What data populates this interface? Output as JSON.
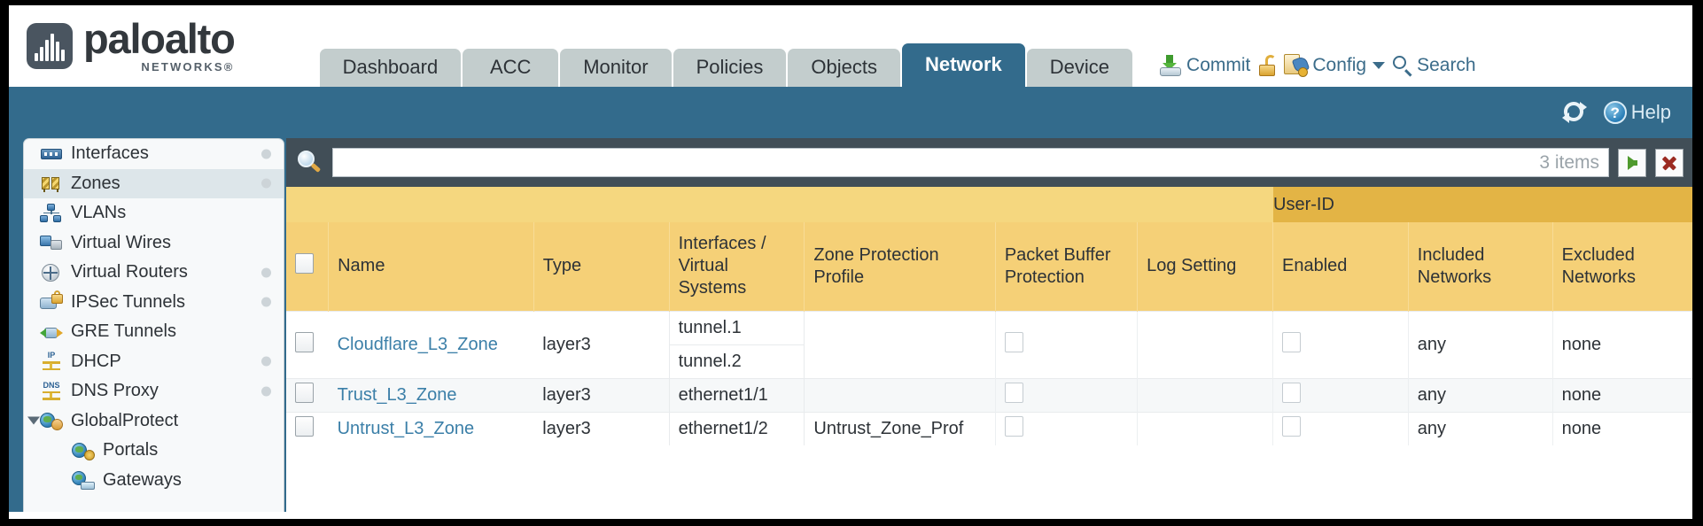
{
  "brand": {
    "name": "paloalto",
    "sub": "NETWORKS®",
    "logo_icon": "paloalto-waveform-logo"
  },
  "tabs": [
    {
      "label": "Dashboard",
      "active": false
    },
    {
      "label": "ACC",
      "active": false
    },
    {
      "label": "Monitor",
      "active": false
    },
    {
      "label": "Policies",
      "active": false
    },
    {
      "label": "Objects",
      "active": false
    },
    {
      "label": "Network",
      "active": true
    },
    {
      "label": "Device",
      "active": false
    }
  ],
  "top_tools": {
    "commit_label": "Commit",
    "commit_icon": "commit-disk-icon",
    "lock_icon": "unlocked-padlock-icon",
    "config_label": "Config",
    "config_icon": "config-wrench-icon",
    "config_caret": "chevron-down-icon",
    "search_label": "Search",
    "search_icon": "search-magnifier-icon"
  },
  "bluebar": {
    "refresh_icon": "refresh-icon",
    "help_icon": "help-question-icon",
    "help_label": "Help",
    "help_glyph": "?"
  },
  "sidebar": {
    "items": [
      {
        "label": "Interfaces",
        "icon": "interfaces-icon",
        "selected": false,
        "dot": true,
        "child": false,
        "expander": false
      },
      {
        "label": "Zones",
        "icon": "zones-icon",
        "selected": true,
        "dot": true,
        "child": false,
        "expander": false
      },
      {
        "label": "VLANs",
        "icon": "vlans-icon",
        "selected": false,
        "dot": false,
        "child": false,
        "expander": false
      },
      {
        "label": "Virtual Wires",
        "icon": "virtual-wires-icon",
        "selected": false,
        "dot": false,
        "child": false,
        "expander": false
      },
      {
        "label": "Virtual Routers",
        "icon": "virtual-routers-icon",
        "selected": false,
        "dot": true,
        "child": false,
        "expander": false
      },
      {
        "label": "IPSec Tunnels",
        "icon": "ipsec-tunnels-icon",
        "selected": false,
        "dot": true,
        "child": false,
        "expander": false
      },
      {
        "label": "GRE Tunnels",
        "icon": "gre-tunnels-icon",
        "selected": false,
        "dot": false,
        "child": false,
        "expander": false
      },
      {
        "label": "DHCP",
        "icon": "dhcp-icon",
        "selected": false,
        "dot": true,
        "child": false,
        "expander": false
      },
      {
        "label": "DNS Proxy",
        "icon": "dns-proxy-icon",
        "selected": false,
        "dot": true,
        "child": false,
        "expander": false
      },
      {
        "label": "GlobalProtect",
        "icon": "globalprotect-icon",
        "selected": false,
        "dot": false,
        "child": false,
        "expander": true
      },
      {
        "label": "Portals",
        "icon": "portals-icon",
        "selected": false,
        "dot": false,
        "child": true,
        "expander": false
      },
      {
        "label": "Gateways",
        "icon": "gateways-icon",
        "selected": false,
        "dot": false,
        "child": true,
        "expander": false
      }
    ]
  },
  "search": {
    "value": "",
    "placeholder": "",
    "items_count": "3 items",
    "apply_icon": "green-arrow-apply-icon",
    "clear_icon": "red-x-clear-icon",
    "magnifier_icon": "search-magnifier-icon"
  },
  "table": {
    "group_header": "User-ID",
    "columns": [
      "Name",
      "Type",
      "Interfaces / Virtual Systems",
      "Zone Protection Profile",
      "Packet Buffer Protection",
      "Log Setting",
      "Enabled",
      "Included Networks",
      "Excluded Networks"
    ],
    "rows": [
      {
        "selected": false,
        "name": "Cloudflare_L3_Zone",
        "type": "layer3",
        "interfaces": [
          "tunnel.1",
          "tunnel.2"
        ],
        "zone_protection_profile": "",
        "packet_buffer_protection": false,
        "log_setting": "",
        "userid_enabled": false,
        "included_networks": "any",
        "excluded_networks": "none"
      },
      {
        "selected": false,
        "name": "Trust_L3_Zone",
        "type": "layer3",
        "interfaces": [
          "ethernet1/1"
        ],
        "zone_protection_profile": "",
        "packet_buffer_protection": false,
        "log_setting": "",
        "userid_enabled": false,
        "included_networks": "any",
        "excluded_networks": "none"
      },
      {
        "selected": false,
        "name": "Untrust_L3_Zone",
        "type": "layer3",
        "interfaces": [
          "ethernet1/2"
        ],
        "zone_protection_profile": "Untrust_Zone_Prof",
        "packet_buffer_protection": false,
        "log_setting": "",
        "userid_enabled": false,
        "included_networks": "any",
        "excluded_networks": "none"
      }
    ]
  },
  "colors": {
    "brand_blue": "#336b8c",
    "tab_inactive": "#c3cdcd",
    "table_header": "#f5d077",
    "group_header": "#e3b445",
    "link": "#3b7fa8"
  }
}
